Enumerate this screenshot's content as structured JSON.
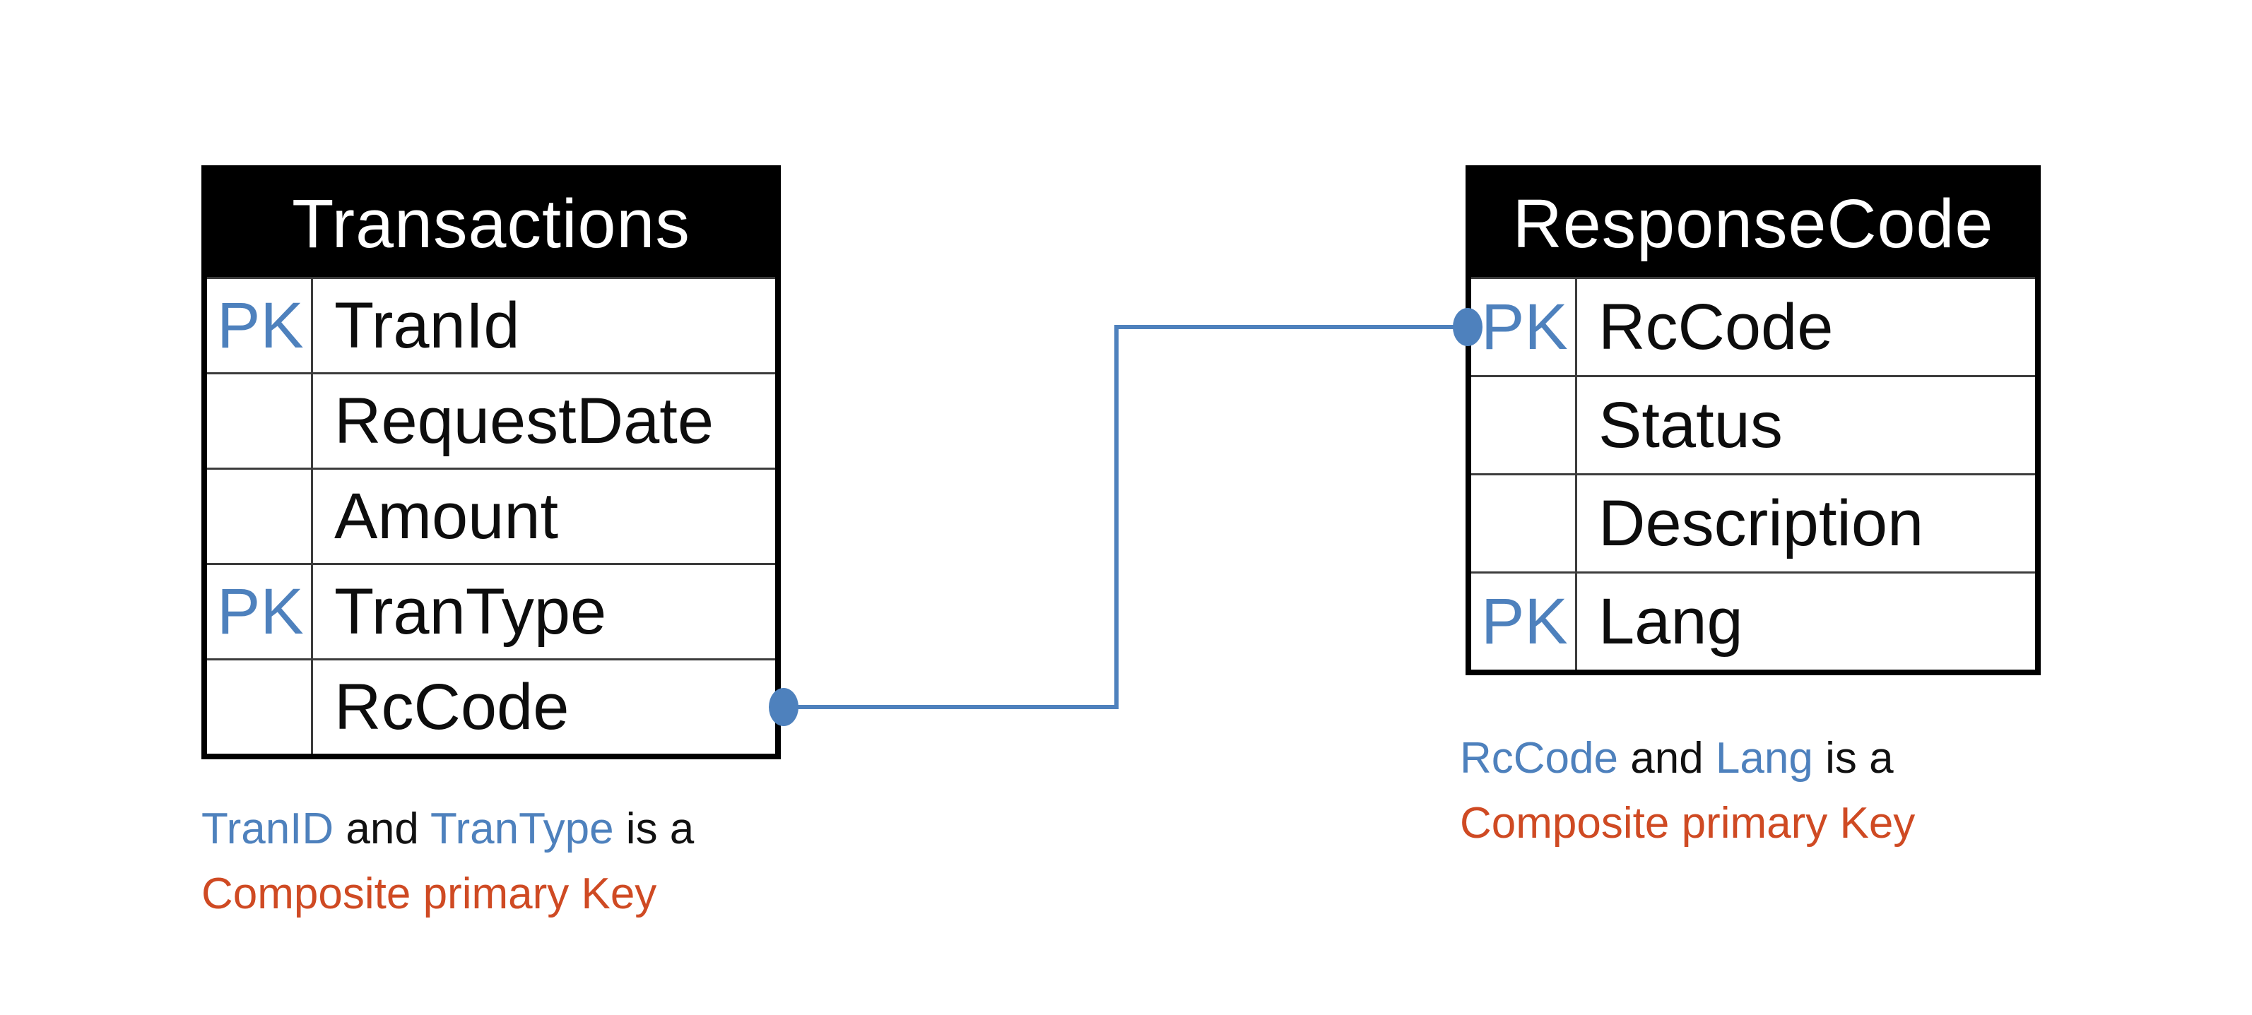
{
  "colors": {
    "pk_blue": "#4e81bd",
    "connector_blue": "#4e81bd",
    "note_red": "#cf4a23",
    "header_bg": "#000000",
    "header_fg": "#ffffff"
  },
  "tables": [
    {
      "name": "Transactions",
      "rows": [
        {
          "key": "PK",
          "field": "TranId"
        },
        {
          "key": "",
          "field": "RequestDate"
        },
        {
          "key": "",
          "field": "Amount"
        },
        {
          "key": "PK",
          "field": "TranType"
        },
        {
          "key": "",
          "field": "RcCode"
        }
      ]
    },
    {
      "name": "ResponseCode",
      "rows": [
        {
          "key": "PK",
          "field": "RcCode"
        },
        {
          "key": "",
          "field": "Status"
        },
        {
          "key": "",
          "field": "Description"
        },
        {
          "key": "PK",
          "field": "Lang"
        }
      ]
    }
  ],
  "notes": {
    "left": {
      "pk1": "TranID",
      "joiner": " and ",
      "pk2": "TranType",
      "suffix": " is a",
      "line2": "Composite primary Key"
    },
    "right": {
      "pk1": "RcCode",
      "joiner": " and ",
      "pk2": "Lang",
      "suffix": " is a",
      "line2": "Composite primary Key"
    }
  },
  "relationship": {
    "from_table": "Transactions",
    "from_field": "RcCode",
    "to_table": "ResponseCode",
    "to_field": "RcCode"
  }
}
